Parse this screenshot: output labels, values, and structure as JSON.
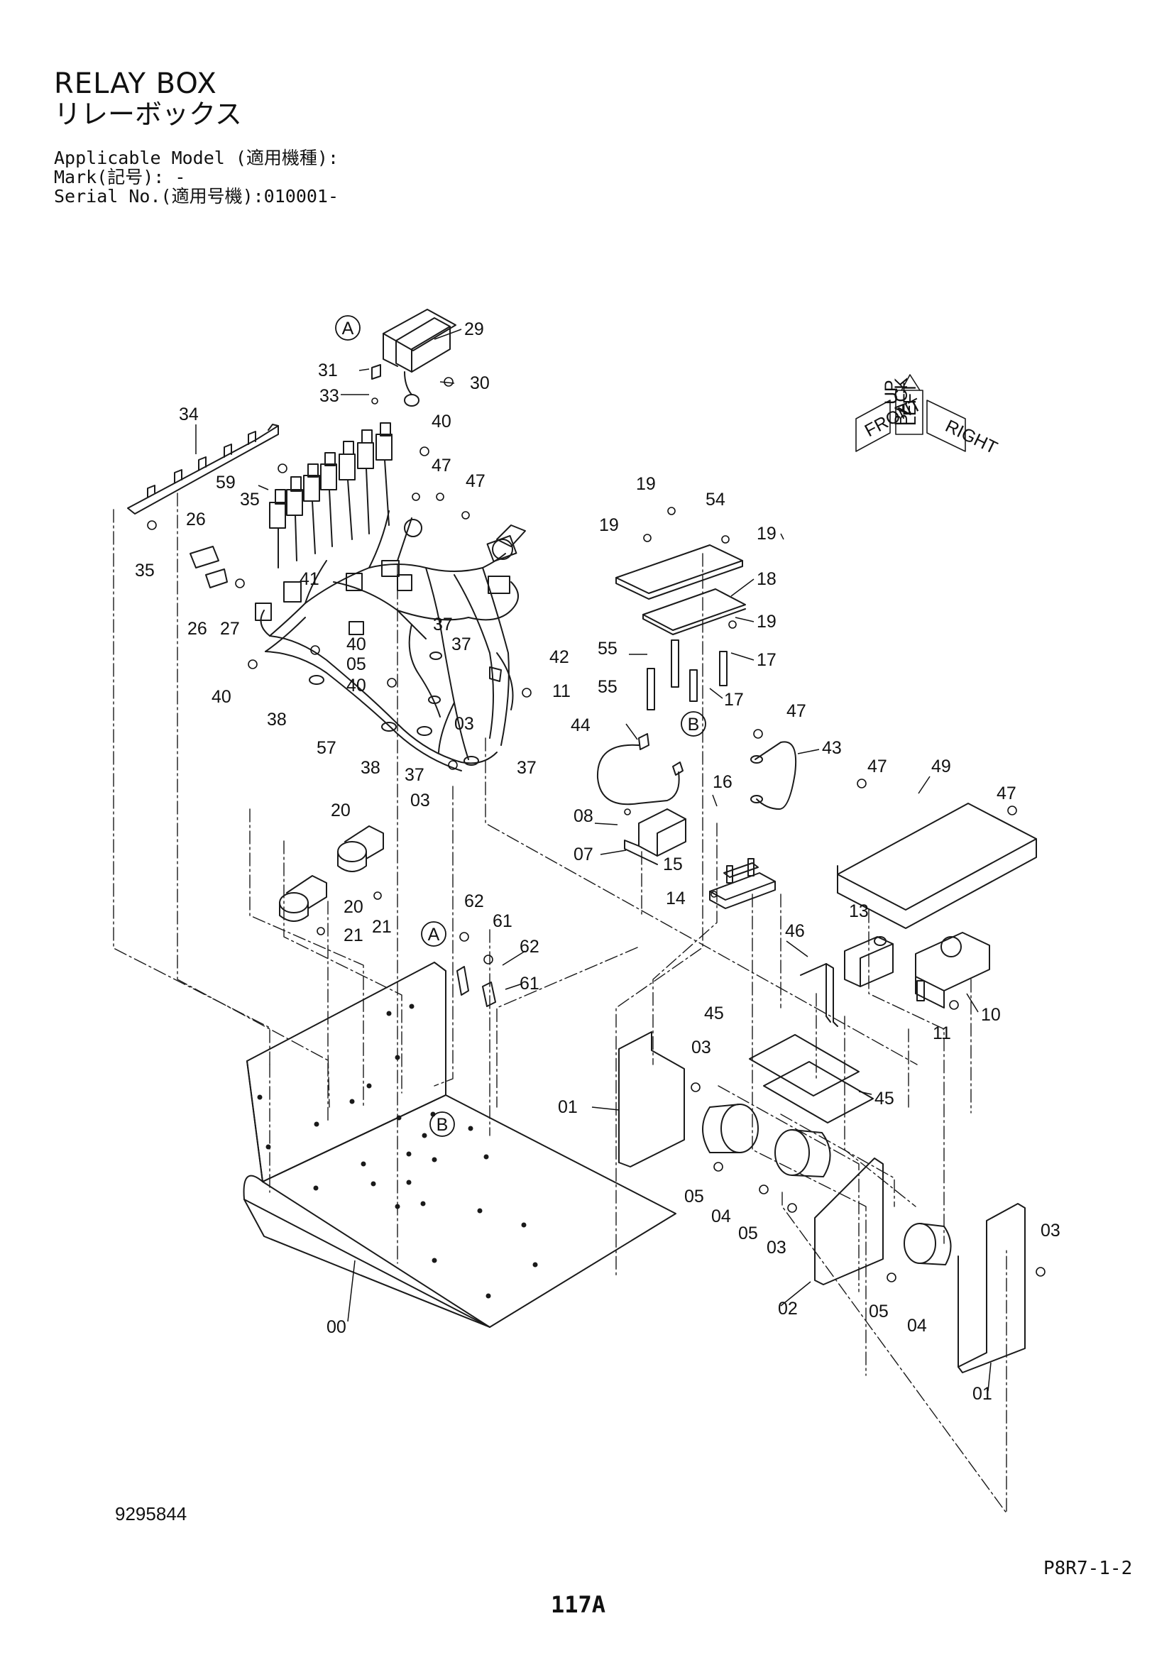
{
  "header": {
    "title_en": "RELAY BOX",
    "title_ja": "リレーボックス",
    "applicable_model": "Applicable Model (適用機種):",
    "mark": "Mark(記号): -",
    "serial": "Serial No.(適用号機):010001-"
  },
  "footer": {
    "doc_number": "9295844",
    "page_ref": "P8R7-1-2",
    "page_number": "117A"
  },
  "orientation_symbol": {
    "front": "FRONT",
    "right": "RIGHT",
    "back": "BACK",
    "left": "LEFT",
    "up": "UP"
  },
  "colors": {
    "line": "#1a1a1a",
    "background": "#ffffff"
  },
  "callouts": [
    "29",
    "31",
    "30",
    "33",
    "40",
    "34",
    "47",
    "47",
    "59",
    "35",
    "26",
    "35",
    "41",
    "26",
    "27",
    "37",
    "37",
    "40",
    "05",
    "42",
    "11",
    "40",
    "40",
    "03",
    "38",
    "57",
    "38",
    "37",
    "37",
    "03",
    "19",
    "54",
    "19",
    "19",
    "18",
    "19",
    "55",
    "17",
    "55",
    "17",
    "44",
    "47",
    "43",
    "16",
    "08",
    "07",
    "15",
    "14",
    "47",
    "49",
    "47",
    "13",
    "46",
    "10",
    "11",
    "20",
    "20",
    "21",
    "21",
    "62",
    "61",
    "62",
    "61",
    "45",
    "03",
    "45",
    "01",
    "05",
    "04",
    "05",
    "03",
    "02",
    "00",
    "03",
    "05",
    "04",
    "01"
  ],
  "ref_markers": [
    "A",
    "A",
    "B",
    "B"
  ]
}
